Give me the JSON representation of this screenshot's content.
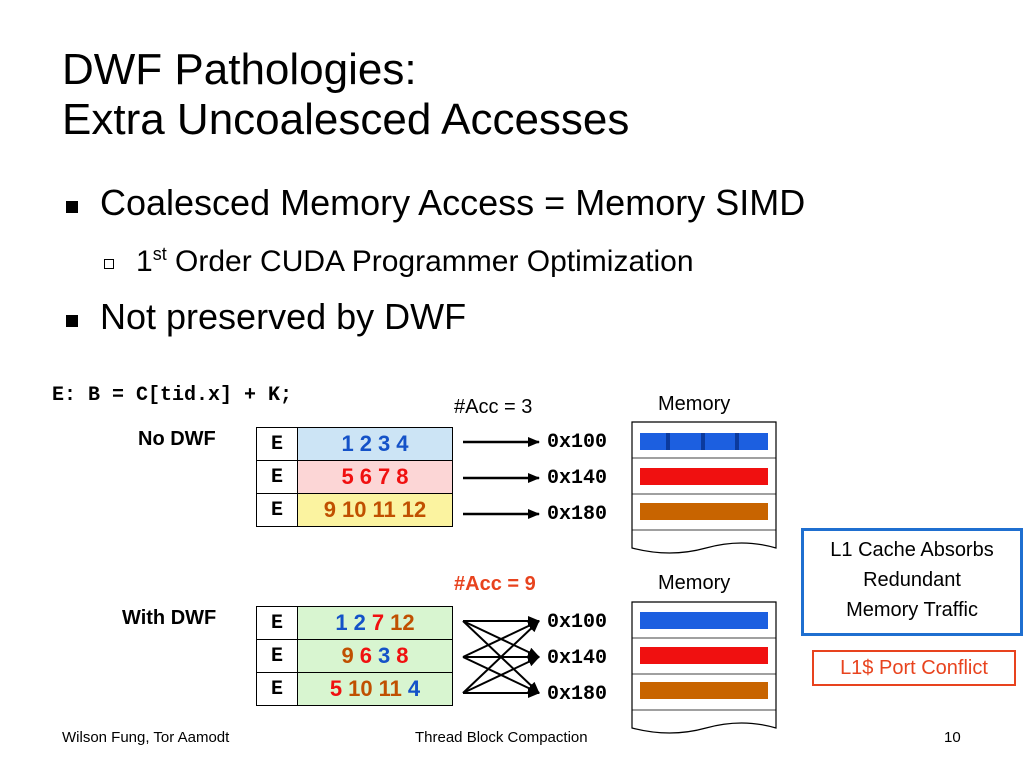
{
  "title": {
    "line1": "DWF Pathologies:",
    "line2": "Extra Uncoalesced Accesses"
  },
  "bullets": {
    "b1": "Coalesced Memory Access = Memory SIMD",
    "sub1_num": "1",
    "sub1_sup": "st",
    "sub1_rest": " Order CUDA Programmer Optimization",
    "b2": "Not preserved by DWF"
  },
  "code_line": "E: B = C[tid.x] + K;",
  "no_dwf": {
    "label": "No DWF",
    "acc": "#Acc = 3",
    "memory_label": "Memory",
    "rows": [
      {
        "key": "E",
        "bg": "#cce4f5",
        "cells": [
          {
            "t": "1",
            "c": "#1452c8"
          },
          {
            "t": "2",
            "c": "#1452c8"
          },
          {
            "t": "3",
            "c": "#1452c8"
          },
          {
            "t": "4",
            "c": "#1452c8"
          }
        ]
      },
      {
        "key": "E",
        "bg": "#fcd6d6",
        "cells": [
          {
            "t": "5",
            "c": "#f01010"
          },
          {
            "t": "6",
            "c": "#f01010"
          },
          {
            "t": "7",
            "c": "#f01010"
          },
          {
            "t": "8",
            "c": "#f01010"
          }
        ]
      },
      {
        "key": "E",
        "bg": "#fbf3a0",
        "cells": [
          {
            "t": "9",
            "c": "#c05000"
          },
          {
            "t": "10",
            "c": "#c05000"
          },
          {
            "t": "11",
            "c": "#c05000"
          },
          {
            "t": "12",
            "c": "#c05000"
          }
        ]
      }
    ],
    "addresses": [
      "0x100",
      "0x140",
      "0x180"
    ]
  },
  "with_dwf": {
    "label": "With DWF",
    "acc": "#Acc = 9",
    "memory_label": "Memory",
    "rows": [
      {
        "key": "E",
        "bg": "#d8f5d0",
        "cells": [
          {
            "t": "1",
            "c": "#1452c8"
          },
          {
            "t": "2",
            "c": "#1452c8"
          },
          {
            "t": "7",
            "c": "#f01010"
          },
          {
            "t": "12",
            "c": "#c05000"
          }
        ]
      },
      {
        "key": "E",
        "bg": "#d8f5d0",
        "cells": [
          {
            "t": "9",
            "c": "#c05000"
          },
          {
            "t": "6",
            "c": "#f01010"
          },
          {
            "t": "3",
            "c": "#1452c8"
          },
          {
            "t": "8",
            "c": "#f01010"
          }
        ]
      },
      {
        "key": "E",
        "bg": "#d8f5d0",
        "cells": [
          {
            "t": "5",
            "c": "#f01010"
          },
          {
            "t": "10",
            "c": "#c05000"
          },
          {
            "t": "11",
            "c": "#c05000"
          },
          {
            "t": "4",
            "c": "#1452c8"
          }
        ]
      }
    ],
    "addresses": [
      "0x100",
      "0x140",
      "0x180"
    ]
  },
  "colors": {
    "blue": "#1452c8",
    "red": "#f01010",
    "orange": "#c05000",
    "acc_red": "#e8431e",
    "box_blue": "#1f6fd0"
  },
  "callout": {
    "l1_line1": "L1 Cache Absorbs",
    "l1_line2": "Redundant",
    "l1_line3": "Memory Traffic",
    "conflict": "L1$ Port Conflict"
  },
  "footer": {
    "authors": "Wilson Fung, Tor Aamodt",
    "center": "Thread Block Compaction",
    "page": "10"
  }
}
